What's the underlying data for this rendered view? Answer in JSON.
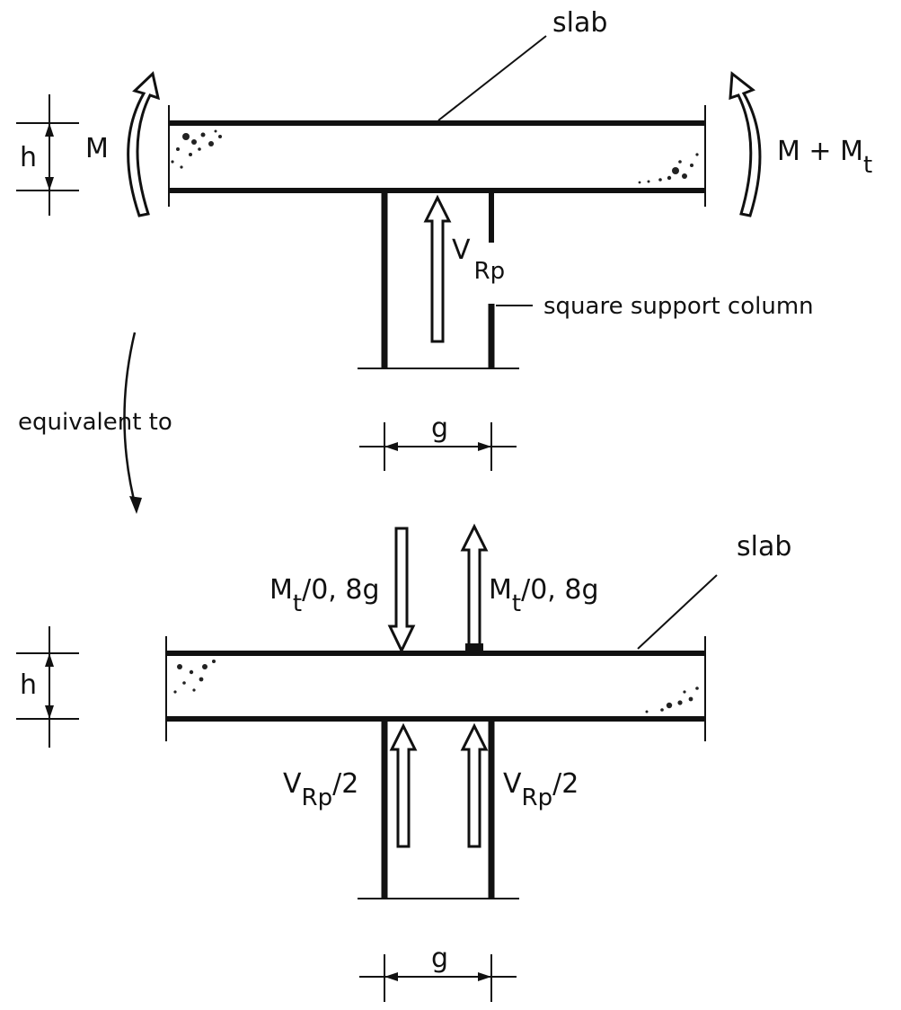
{
  "labels": {
    "slab_top": "slab",
    "slab_bottom": "slab",
    "h_top": "h",
    "h_bottom": "h",
    "moment_left": "M",
    "moment_right_main": "M + M",
    "moment_right_sub": "t",
    "shear_main": "V",
    "shear_sub": "Rp",
    "column": "square support column",
    "equivalent": "equivalent to",
    "g_top": "g",
    "g_bottom": "g",
    "couple_left_main": "M",
    "couple_left_sub": "t",
    "couple_left_rest": "/0, 8g",
    "couple_right_main": "M",
    "couple_right_sub": "t",
    "couple_right_rest": "/0, 8g",
    "half_left_main": "V",
    "half_left_sub": "Rp",
    "half_left_rest": "/2",
    "half_right_main": "V",
    "half_right_sub": "Rp",
    "half_right_rest": "/2"
  },
  "colors": {
    "ink": "#111111",
    "background": "#ffffff"
  },
  "icons": {
    "moment": "curved-hollow-arrow-icon",
    "force": "hollow-straight-arrow-icon",
    "aggregate": "concrete-hatch-icon"
  }
}
